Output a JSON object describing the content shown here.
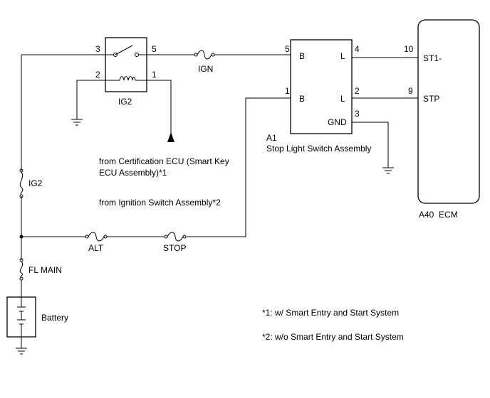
{
  "relay": {
    "name": "IG2",
    "pins": {
      "p1": "1",
      "p2": "2",
      "p3": "3",
      "p5": "5"
    }
  },
  "fuses": {
    "ign": "IGN",
    "ig2": "IG2",
    "alt": "ALT",
    "stop": "STOP",
    "fl_main": "FL MAIN"
  },
  "notes": {
    "from_cert_line1": "from Certification ECU (Smart Key",
    "from_cert_line2": "ECU Assembly)*1",
    "from_ign": "from Ignition Switch Assembly*2",
    "footnote1": "*1: w/ Smart Entry and Start System",
    "footnote2": "*2: w/o Smart Entry and Start System"
  },
  "battery": {
    "label": "Battery"
  },
  "switch": {
    "code": "A1",
    "name": "Stop Light Switch Assembly",
    "term_b1": "B",
    "term_b2": "B",
    "term_l1": "L",
    "term_l2": "L",
    "term_gnd": "GND",
    "pin_b1": "5",
    "pin_b2": "1",
    "pin_l1": "4",
    "pin_l2": "2",
    "pin_gnd": "3"
  },
  "ecm": {
    "label": "A40  ECM",
    "term_st1": "ST1-",
    "term_stp": "STP",
    "pin_st1": "10",
    "pin_stp": "9"
  }
}
